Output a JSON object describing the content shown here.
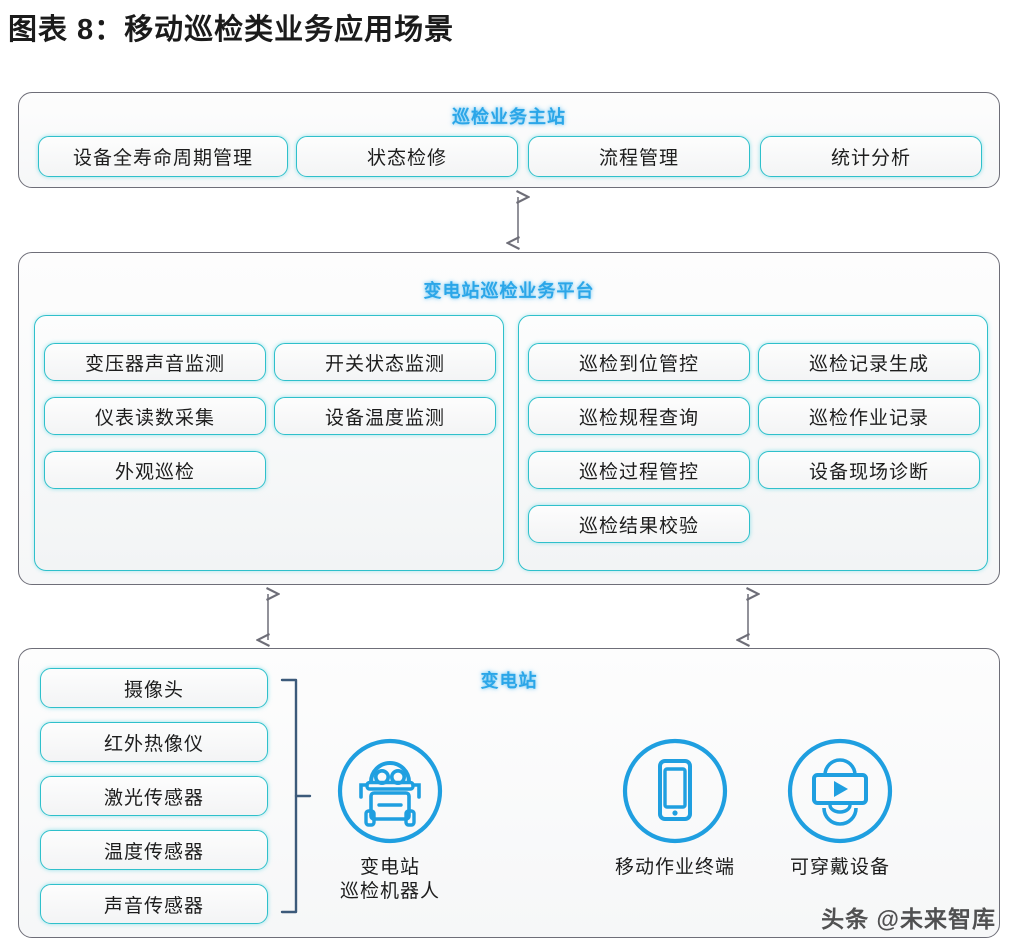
{
  "figure": {
    "title": "图表 8：移动巡检类业务应用场景"
  },
  "colors": {
    "heading_blue": "#2ba6e8",
    "chip_border_teal": "#2fc0cb",
    "panel_border_gray": "#6e6e78",
    "icon_blue": "#1f9fe0",
    "bracket_blue": "#3c5a7a",
    "arrow_gray": "#6e6e78"
  },
  "master_station": {
    "heading": "巡检业务主站",
    "items": [
      {
        "label": "设备全寿命周期管理"
      },
      {
        "label": "状态检修"
      },
      {
        "label": "流程管理"
      },
      {
        "label": "统计分析"
      }
    ]
  },
  "platform": {
    "heading": "变电站巡检业务平台",
    "left_group": {
      "items": [
        {
          "label": "变压器声音监测"
        },
        {
          "label": "开关状态监测"
        },
        {
          "label": "仪表读数采集"
        },
        {
          "label": "设备温度监测"
        },
        {
          "label": "外观巡检"
        }
      ]
    },
    "right_group": {
      "items": [
        {
          "label": "巡检到位管控"
        },
        {
          "label": "巡检记录生成"
        },
        {
          "label": "巡检规程查询"
        },
        {
          "label": "巡检作业记录"
        },
        {
          "label": "巡检过程管控"
        },
        {
          "label": "设备现场诊断"
        },
        {
          "label": "巡检结果校验"
        }
      ]
    }
  },
  "substation": {
    "heading": "变电站",
    "sensors": [
      {
        "label": "摄像头"
      },
      {
        "label": "红外热像仪"
      },
      {
        "label": "激光传感器"
      },
      {
        "label": "温度传感器"
      },
      {
        "label": "声音传感器"
      }
    ],
    "devices": [
      {
        "icon": "inspection-robot-icon",
        "label": "变电站\n巡检机器人"
      },
      {
        "icon": "mobile-terminal-icon",
        "label": "移动作业终端"
      },
      {
        "icon": "wearable-vr-icon",
        "label": "可穿戴设备"
      }
    ]
  },
  "connectors": [
    {
      "name": "master-to-platform",
      "type": "double-arrow-vertical"
    },
    {
      "name": "platform-to-substation-left",
      "type": "double-arrow-vertical"
    },
    {
      "name": "platform-to-substation-right",
      "type": "double-arrow-vertical"
    }
  ],
  "watermark": {
    "text": "头条 @未来智库"
  }
}
